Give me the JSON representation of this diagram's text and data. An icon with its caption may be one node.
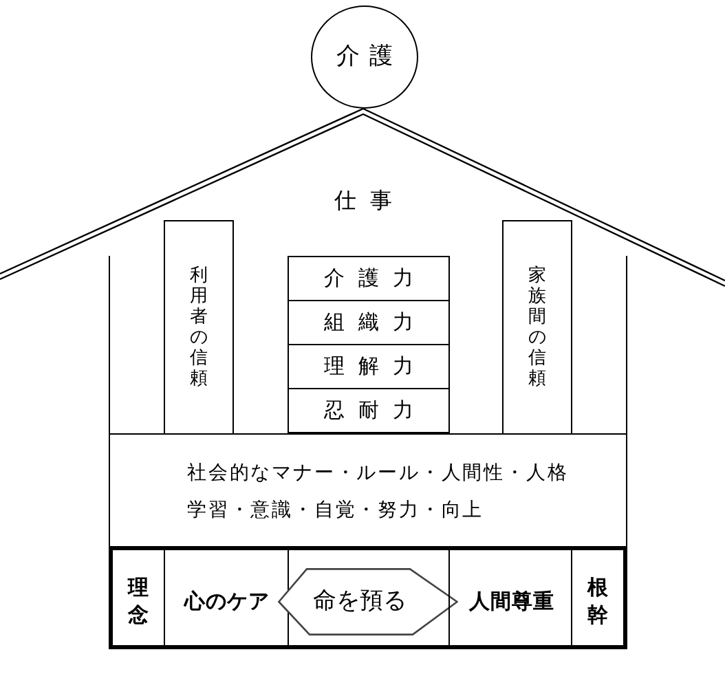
{
  "diagram": {
    "nodes": [
      {
        "text": [
          "介護"
        ]
      },
      {
        "text": [
          "利用者の信頼"
        ]
      },
      {
        "text": [
          "介護力"
        ]
      },
      {
        "text": [
          "組織力"
        ]
      },
      {
        "text": [
          "理解力"
        ]
      },
      {
        "text": [
          "忍耐力"
        ]
      },
      {
        "text": [
          "家族間の信頼"
        ]
      },
      {
        "text": [
          "社会的なマナー・ルール・人間性・人格",
          "学習・意識・自覚・努力・向上"
        ]
      },
      {
        "text": [],
        "shape": "box"
      },
      {
        "text": [
          "理念"
        ],
        "in": 8
      },
      {
        "text": [
          "心のケア"
        ],
        "in": 8
      },
      {
        "text": [
          "命を預る"
        ],
        "in": 8
      },
      {
        "text": [
          "人間尊重"
        ],
        "in": 8
      },
      {
        "text": [
          "根幹"
        ],
        "in": 8
      }
    ],
    "labels": [
      "仕事"
    ]
  }
}
